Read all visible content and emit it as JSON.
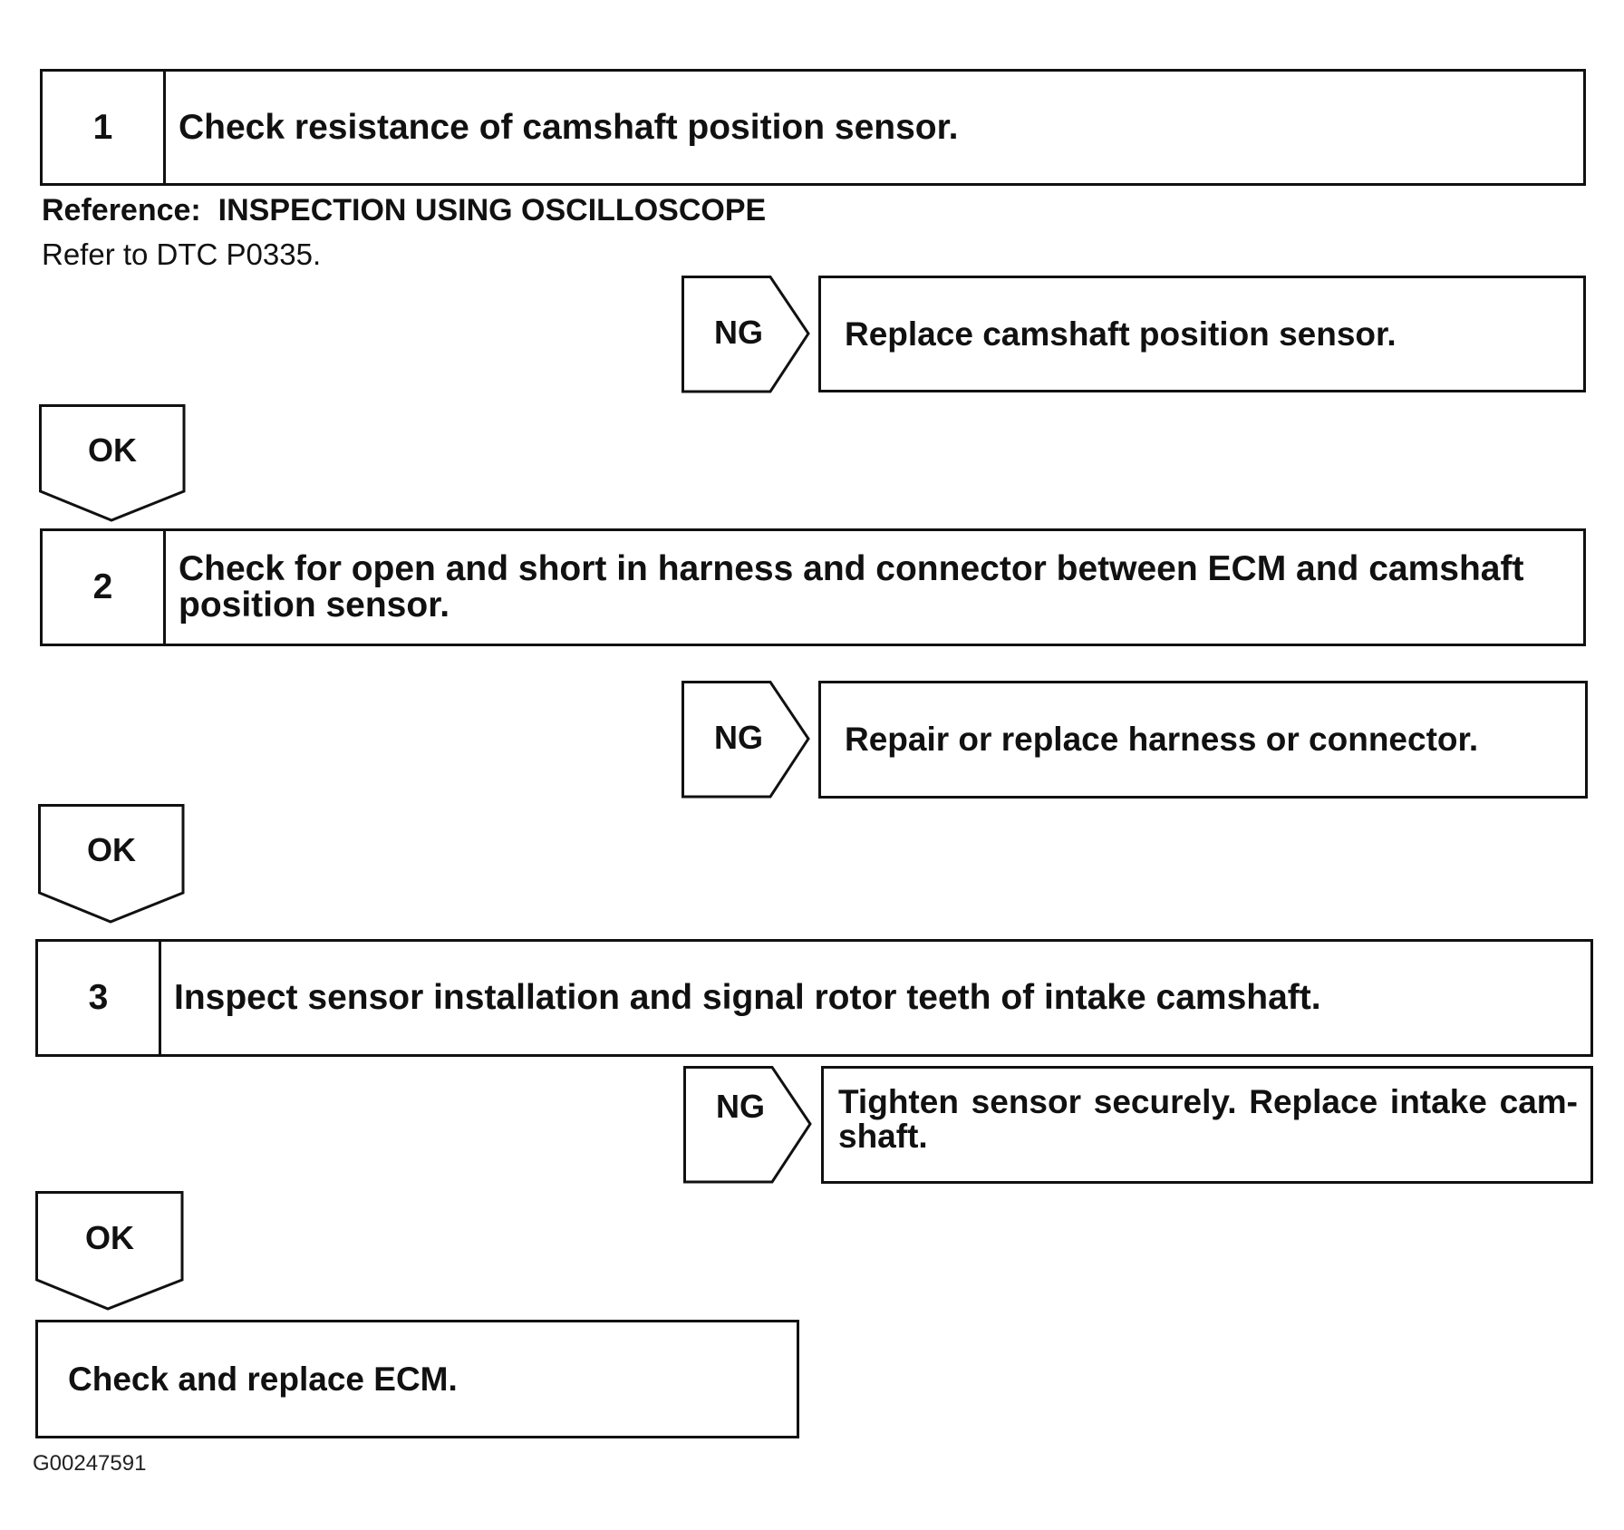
{
  "steps": [
    {
      "number": "1",
      "text": "Check resistance of camshaft position sensor."
    },
    {
      "number": "2",
      "text": "Check for open and short in harness and connector between ECM and camshaft position sensor."
    },
    {
      "number": "3",
      "text": "Inspect sensor installation and signal rotor teeth of intake camshaft."
    }
  ],
  "reference": {
    "label": "Reference:",
    "title": "INSPECTION USING OSCILLOSCOPE",
    "text": "Refer to DTC P0335."
  },
  "ng_label": "NG",
  "ok_label": "OK",
  "ng_results": [
    "Replace camshaft position sensor.",
    "Repair or replace harness or connector.",
    "Tighten sensor securely. Replace intake cam-shaft."
  ],
  "final_step": "Check and replace ECM.",
  "figure_code": "G00247591"
}
